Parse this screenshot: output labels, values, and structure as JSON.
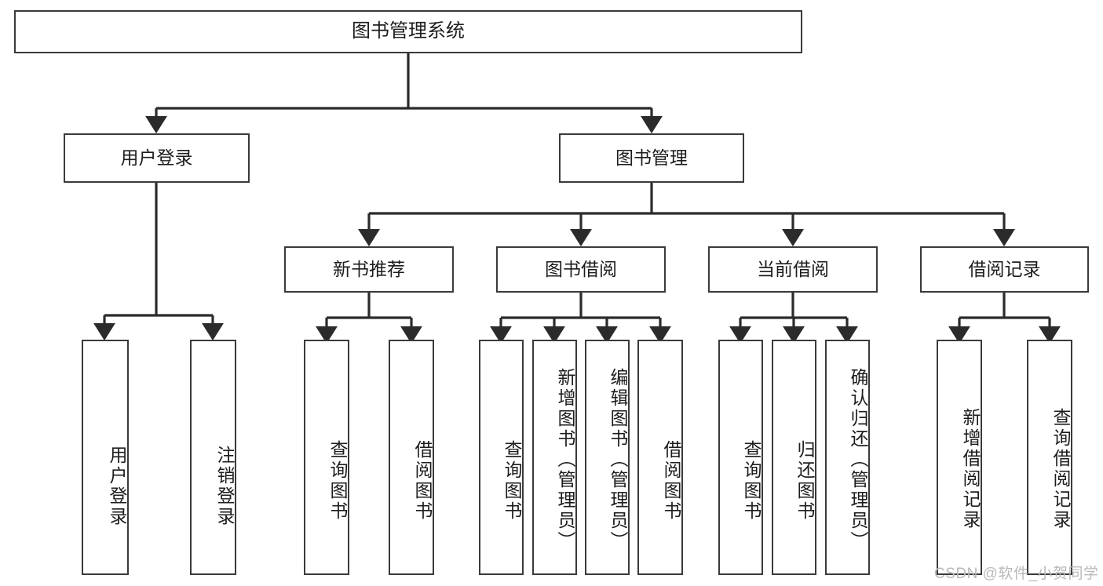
{
  "diagram": {
    "title": "图书管理系统",
    "type": "tree",
    "watermark": "CSDN @软件_小贺同学",
    "colors": {
      "box_border": "#3a3a3a",
      "box_fill": "#ffffff",
      "connector": "#2b2b2b",
      "text": "#1d1d1d",
      "watermark": "#b9b9b9",
      "background": "#ffffff"
    },
    "root": {
      "label": "图书管理系统"
    },
    "level2": [
      {
        "label": "用户登录"
      },
      {
        "label": "图书管理"
      }
    ],
    "level3": [
      {
        "label": "新书推荐"
      },
      {
        "label": "图书借阅"
      },
      {
        "label": "当前借阅"
      },
      {
        "label": "借阅记录"
      }
    ],
    "leaves": {
      "user_login": [
        {
          "label": "用户登录"
        },
        {
          "label": "注销登录"
        }
      ],
      "new_book_recommend": [
        {
          "label": "查询图书"
        },
        {
          "label": "借阅图书"
        }
      ],
      "book_borrow": [
        {
          "label": "查询图书"
        },
        {
          "label": "新增图书（管理员）"
        },
        {
          "label": "编辑图书（管理员）"
        },
        {
          "label": "借阅图书"
        }
      ],
      "current_borrow": [
        {
          "label": "查询图书"
        },
        {
          "label": "归还图书"
        },
        {
          "label": "确认归还（管理员）"
        }
      ],
      "borrow_record": [
        {
          "label": "新增借阅记录"
        },
        {
          "label": "查询借阅记录"
        }
      ]
    }
  }
}
